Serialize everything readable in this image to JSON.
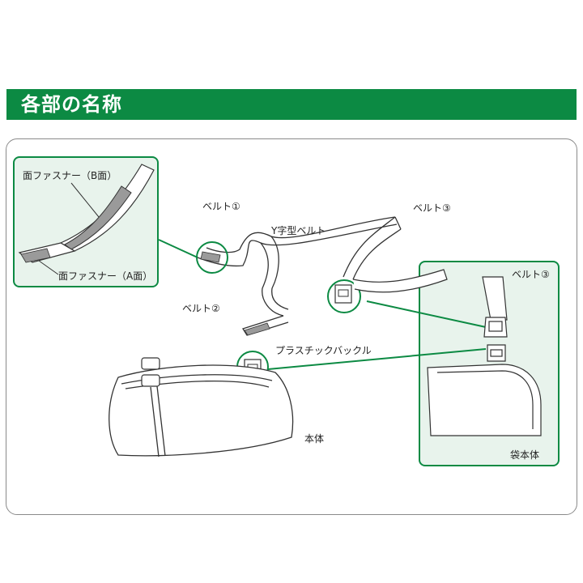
{
  "header": {
    "title": "各部の名称"
  },
  "labels": {
    "fastener_b": "面ファスナー（B面）",
    "fastener_a": "面ファスナー（A面）",
    "belt1": "ベルト①",
    "belt2": "ベルト②",
    "belt3": "ベルト③",
    "belt3_detail": "ベルト③",
    "y_belt": "Y字型ベルト",
    "buckle": "プラスチックバックル",
    "body": "本体",
    "bag_body": "袋本体"
  },
  "colors": {
    "accent": "#0c8a43",
    "inset_bg": "#e8f3ec",
    "strap": "#9a9a9a",
    "line": "#333333"
  }
}
